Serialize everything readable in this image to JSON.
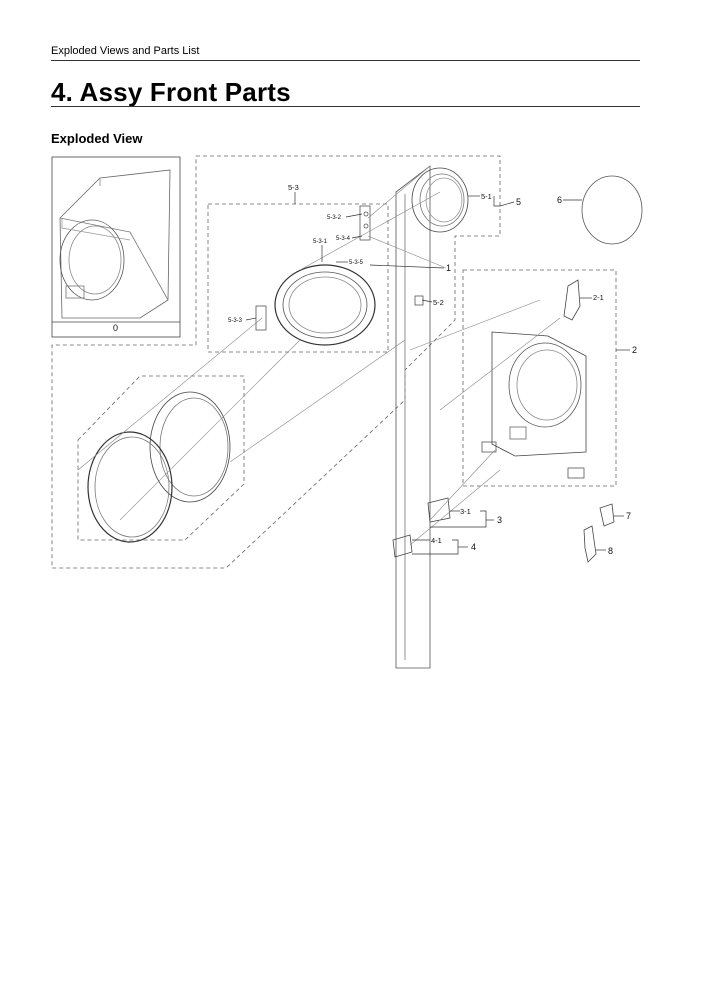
{
  "document": {
    "running_header": "Exploded Views and Parts List",
    "chapter_title": "4.  Assy Front Parts",
    "section_title": "Exploded View"
  },
  "diagram": {
    "callouts": {
      "c0": "0",
      "c1": "1",
      "c2": "2",
      "c2_1": "2-1",
      "c3": "3",
      "c3_1": "3-1",
      "c4": "4",
      "c4_1": "4-1",
      "c5": "5",
      "c5_1": "5-1",
      "c5_2": "5-2",
      "c5_3": "5-3",
      "c5_3_1": "5-3-1",
      "c5_3_2": "5-3-2",
      "c5_3_3": "5-3-3",
      "c5_3_4": "5-3-4",
      "c5_3_5": "5-3-5",
      "c6": "6",
      "c7": "7",
      "c8": "8"
    }
  }
}
